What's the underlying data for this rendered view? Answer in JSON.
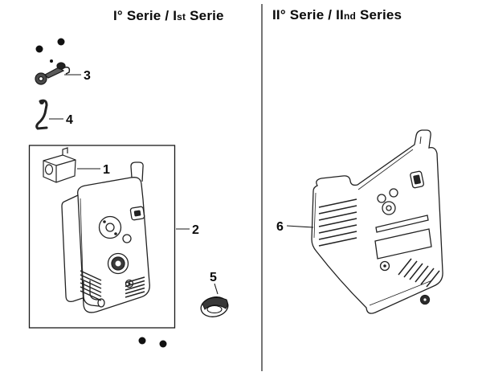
{
  "colors": {
    "background": "#ffffff",
    "line": "#1a1a1a"
  },
  "sections": {
    "left": {
      "title_prefix": "I° Serie / I",
      "title_small": "st",
      "title_suffix": " Serie"
    },
    "right": {
      "title_prefix": "II° Serie / II",
      "title_small": "nd",
      "title_suffix": " Series"
    }
  },
  "callouts": {
    "part1": "1",
    "part2": "2",
    "part3": "3",
    "part4": "4",
    "part5": "5",
    "part6": "6"
  }
}
